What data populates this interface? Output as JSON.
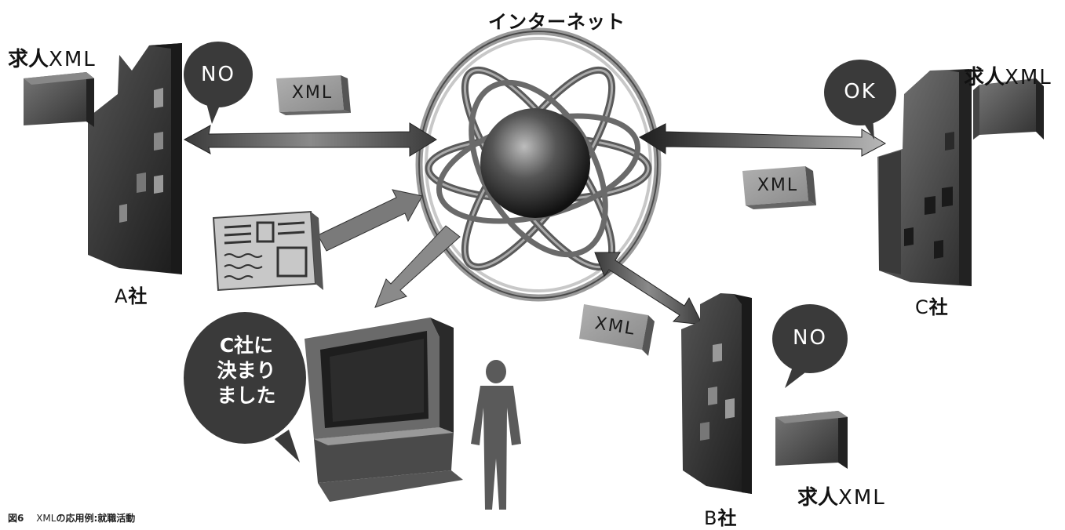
{
  "title": "インターネット",
  "companies": {
    "a": {
      "letter": "A",
      "suffix": "社"
    },
    "b": {
      "letter": "B",
      "suffix": "社"
    },
    "c": {
      "letter": "C",
      "suffix": "社"
    }
  },
  "job_xml": {
    "kanji": "求人",
    "xml": "XML"
  },
  "responses": {
    "a": "NO",
    "b": "NO",
    "c": "OK"
  },
  "document_label": "XML",
  "decision_text": [
    "C社に",
    "決まり",
    "ました"
  ],
  "caption": {
    "figure": "図6",
    "title_prefix": "XML",
    "title_rest": "の応用例:就職活動"
  },
  "colors": {
    "building": "#2e2e2e",
    "bubble": "#3a3a3a",
    "arrow": "#5a5a5a",
    "document": "#9a9a9a",
    "ring": "#8a8a8a"
  }
}
